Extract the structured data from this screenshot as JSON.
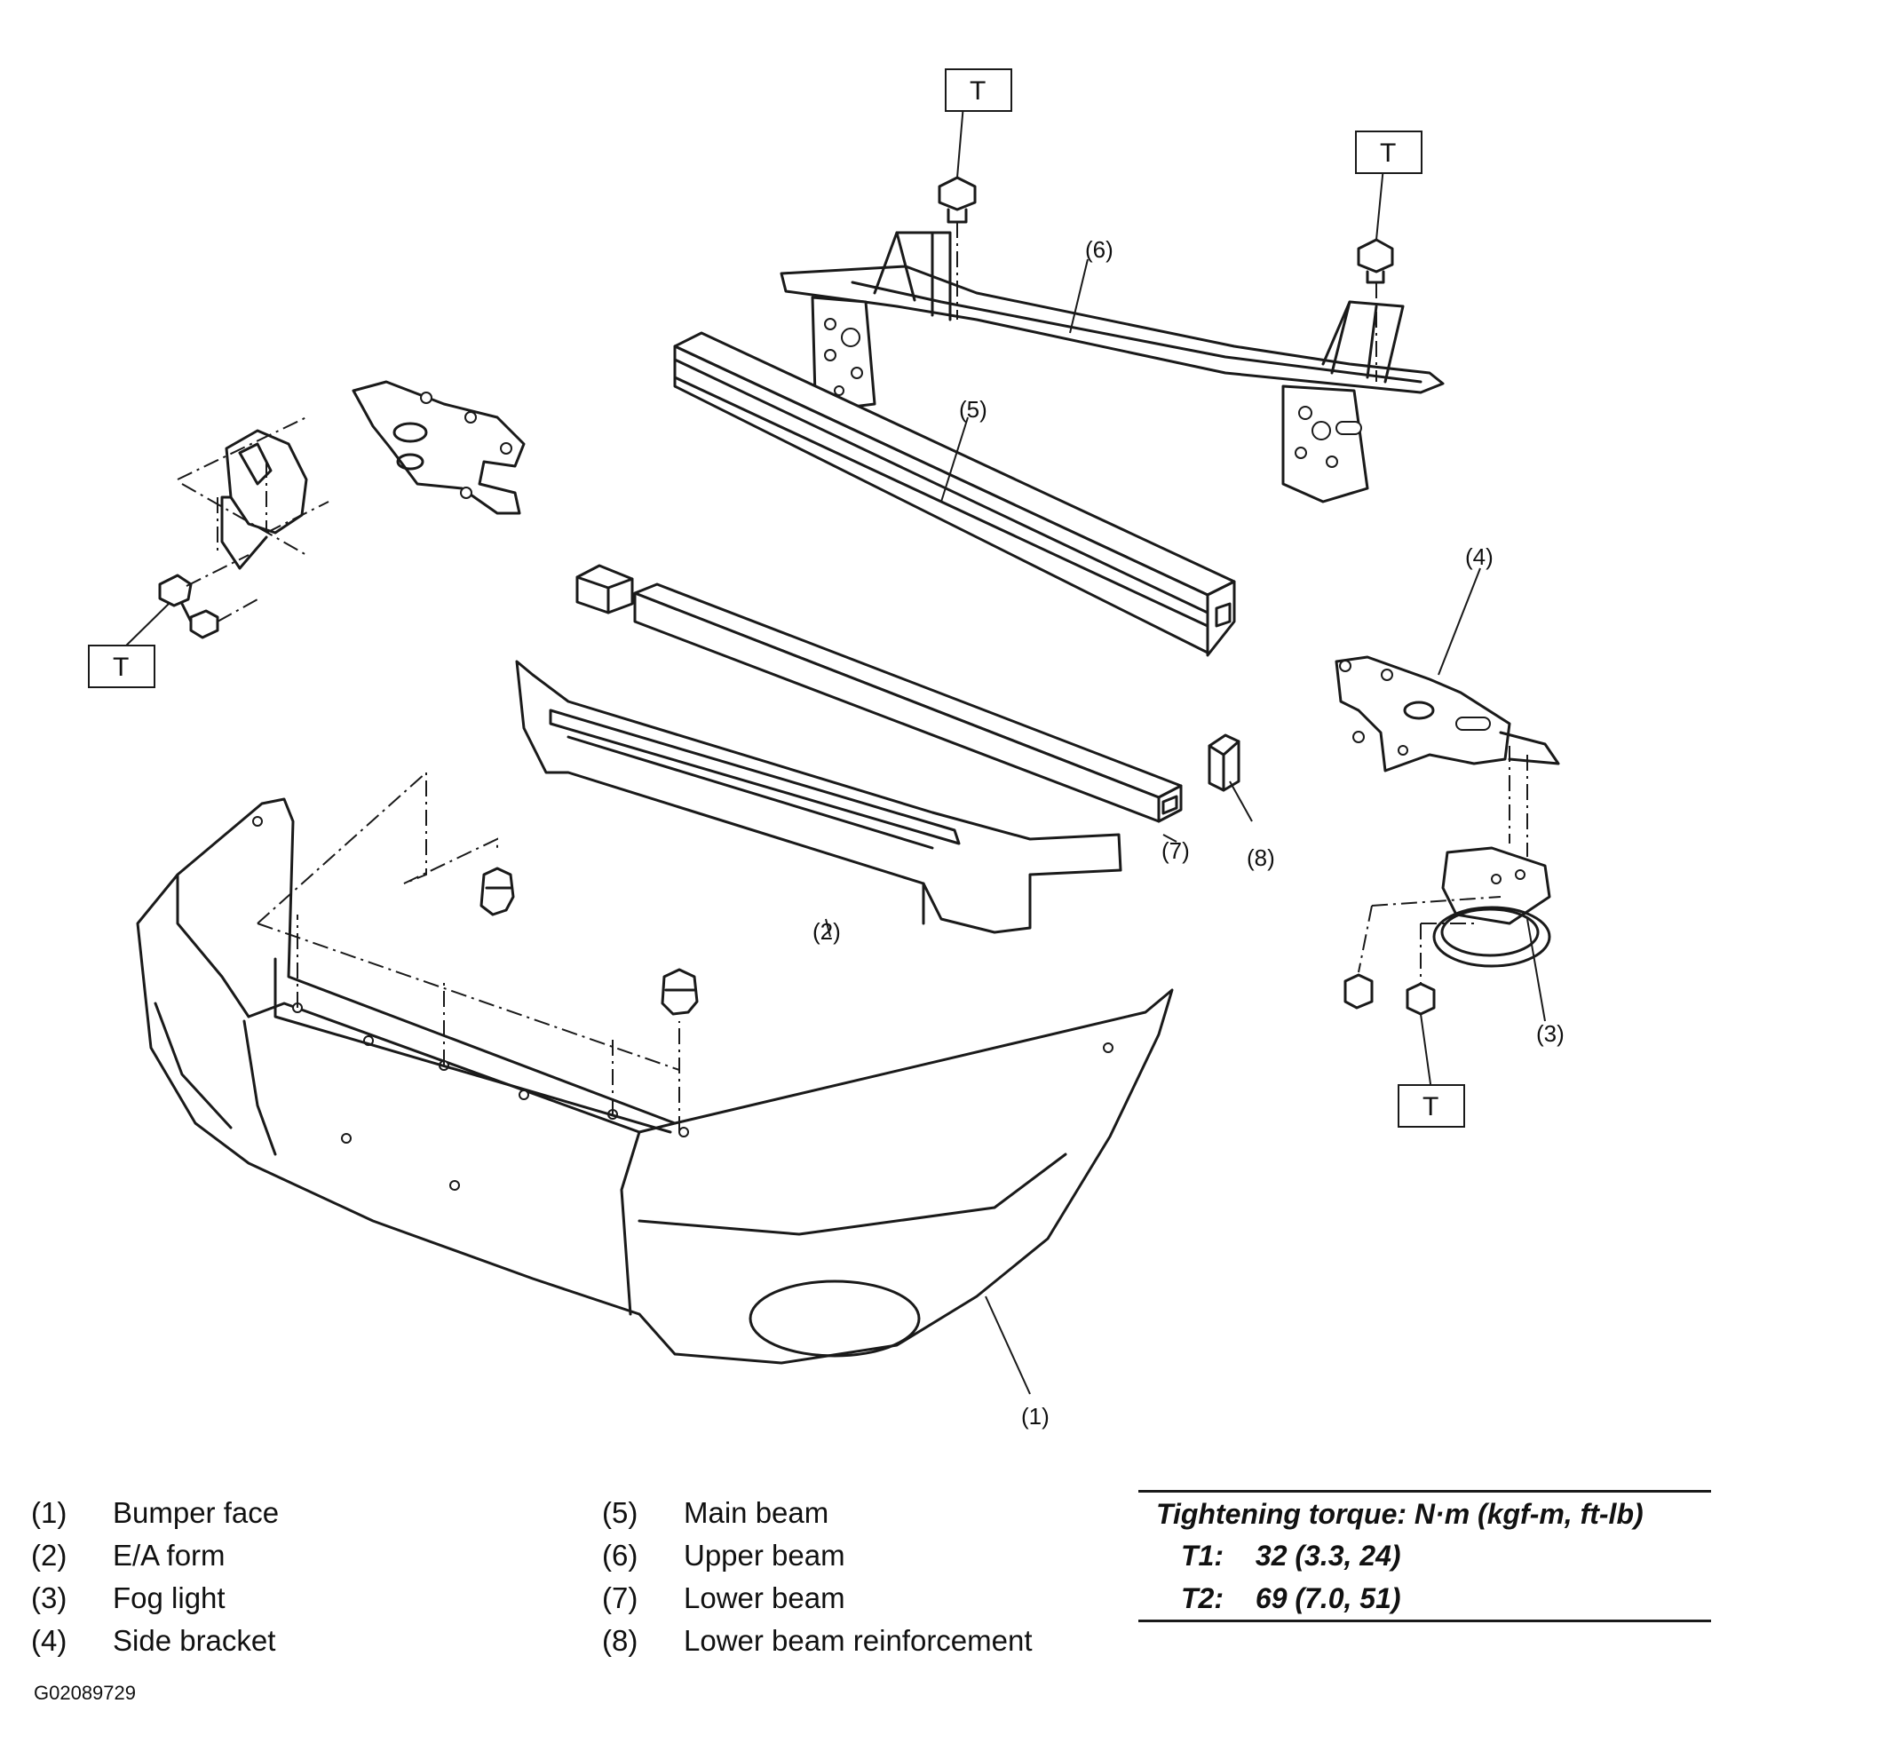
{
  "diagram": {
    "callouts": {
      "c1": "(1)",
      "c2": "(2)",
      "c3": "(3)",
      "c4": "(4)",
      "c5": "(5)",
      "c6": "(6)",
      "c7": "(7)",
      "c8": "(8)"
    },
    "torque_boxes": [
      "T",
      "T",
      "T",
      "T"
    ]
  },
  "legend": {
    "left": [
      {
        "num": "(1)",
        "label": "Bumper face"
      },
      {
        "num": "(2)",
        "label": "E/A form"
      },
      {
        "num": "(3)",
        "label": "Fog light"
      },
      {
        "num": "(4)",
        "label": "Side bracket"
      }
    ],
    "right": [
      {
        "num": "(5)",
        "label": "Main beam"
      },
      {
        "num": "(6)",
        "label": "Upper beam"
      },
      {
        "num": "(7)",
        "label": "Lower beam"
      },
      {
        "num": "(8)",
        "label": "Lower beam reinforcement"
      }
    ]
  },
  "torque": {
    "title": "Tightening torque: N·m (kgf-m, ft-lb)",
    "rows": [
      {
        "key": "T1:",
        "value": "32 (3.3, 24)"
      },
      {
        "key": "T2:",
        "value": "69 (7.0, 51)"
      }
    ]
  },
  "image_code": "G02089729"
}
